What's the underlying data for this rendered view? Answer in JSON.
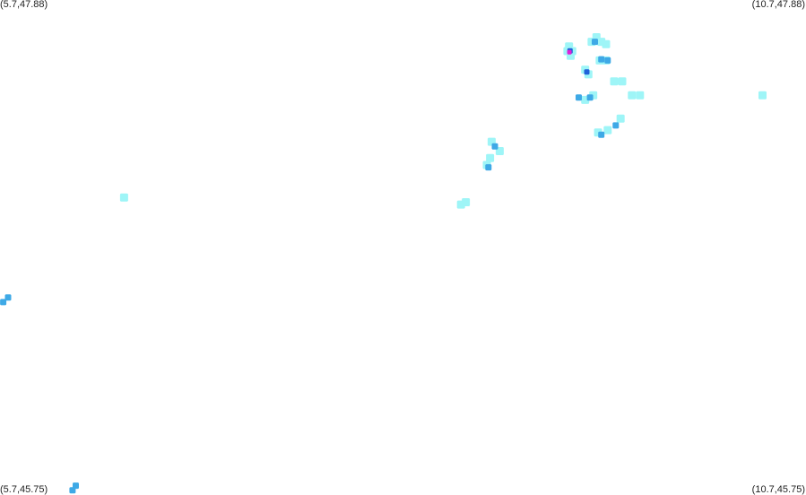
{
  "corners": {
    "top_left": "(5.7,47.88)",
    "top_right": "(10.7,47.88)",
    "bottom_left": "(5.7,45.75)",
    "bottom_right": "(10.7,45.75)"
  },
  "bounds": {
    "lon_min": 5.7,
    "lon_max": 10.7,
    "lat_min": 45.75,
    "lat_max": 47.88
  },
  "palette": {
    "background": "#ffffff",
    "light": "#9ef5f7",
    "medium": "#3ea9e6",
    "strong": "#1f62d9",
    "peak": "#e020d8"
  },
  "cells": [
    {
      "lon": 9.23,
      "lat": 47.68,
      "level": "light"
    },
    {
      "lon": 9.25,
      "lat": 47.66,
      "level": "light"
    },
    {
      "lon": 9.24,
      "lat": 47.64,
      "level": "light"
    },
    {
      "lon": 9.22,
      "lat": 47.66,
      "level": "light"
    },
    {
      "lon": 9.236,
      "lat": 47.661,
      "level": "strong"
    },
    {
      "lon": 9.232,
      "lat": 47.655,
      "level": "peak"
    },
    {
      "lon": 9.4,
      "lat": 47.72,
      "level": "light"
    },
    {
      "lon": 9.37,
      "lat": 47.7,
      "level": "light"
    },
    {
      "lon": 9.43,
      "lat": 47.7,
      "level": "light"
    },
    {
      "lon": 9.39,
      "lat": 47.7,
      "level": "medium"
    },
    {
      "lon": 9.46,
      "lat": 47.69,
      "level": "light"
    },
    {
      "lon": 9.42,
      "lat": 47.62,
      "level": "light"
    },
    {
      "lon": 9.46,
      "lat": 47.62,
      "level": "light"
    },
    {
      "lon": 9.43,
      "lat": 47.625,
      "level": "medium"
    },
    {
      "lon": 9.47,
      "lat": 47.62,
      "level": "medium"
    },
    {
      "lon": 9.33,
      "lat": 47.58,
      "level": "light"
    },
    {
      "lon": 9.35,
      "lat": 47.56,
      "level": "light"
    },
    {
      "lon": 9.34,
      "lat": 47.57,
      "level": "strong"
    },
    {
      "lon": 9.51,
      "lat": 47.53,
      "level": "light"
    },
    {
      "lon": 9.56,
      "lat": 47.53,
      "level": "light"
    },
    {
      "lon": 9.29,
      "lat": 47.46,
      "level": "medium"
    },
    {
      "lon": 9.33,
      "lat": 47.45,
      "level": "light"
    },
    {
      "lon": 9.36,
      "lat": 47.46,
      "level": "medium"
    },
    {
      "lon": 9.38,
      "lat": 47.47,
      "level": "light"
    },
    {
      "lon": 9.62,
      "lat": 47.47,
      "level": "light"
    },
    {
      "lon": 9.67,
      "lat": 47.47,
      "level": "light"
    },
    {
      "lon": 10.43,
      "lat": 47.47,
      "level": "light"
    },
    {
      "lon": 9.55,
      "lat": 47.37,
      "level": "light"
    },
    {
      "lon": 9.52,
      "lat": 47.34,
      "level": "medium"
    },
    {
      "lon": 9.47,
      "lat": 47.32,
      "level": "light"
    },
    {
      "lon": 9.41,
      "lat": 47.31,
      "level": "light"
    },
    {
      "lon": 9.43,
      "lat": 47.3,
      "level": "medium"
    },
    {
      "lon": 8.75,
      "lat": 47.27,
      "level": "light"
    },
    {
      "lon": 8.77,
      "lat": 47.25,
      "level": "medium"
    },
    {
      "lon": 8.8,
      "lat": 47.23,
      "level": "light"
    },
    {
      "lon": 8.74,
      "lat": 47.2,
      "level": "light"
    },
    {
      "lon": 8.72,
      "lat": 47.17,
      "level": "light"
    },
    {
      "lon": 8.73,
      "lat": 47.16,
      "level": "medium"
    },
    {
      "lon": 6.47,
      "lat": 47.03,
      "level": "light"
    },
    {
      "lon": 8.56,
      "lat": 47.0,
      "level": "light"
    },
    {
      "lon": 8.59,
      "lat": 47.01,
      "level": "light"
    },
    {
      "lon": 5.72,
      "lat": 46.58,
      "level": "medium"
    },
    {
      "lon": 5.75,
      "lat": 46.6,
      "level": "medium"
    },
    {
      "lon": 6.17,
      "lat": 45.79,
      "level": "medium"
    },
    {
      "lon": 6.15,
      "lat": 45.77,
      "level": "medium"
    }
  ]
}
